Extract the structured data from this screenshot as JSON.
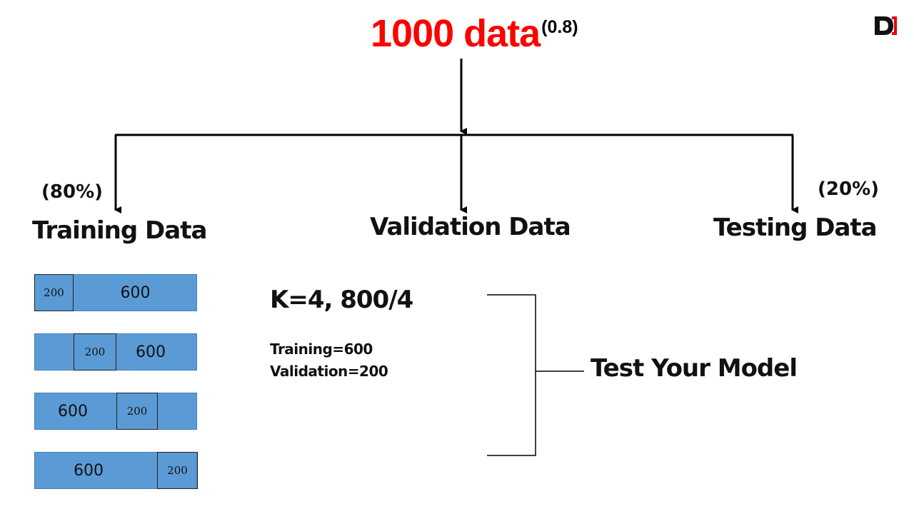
{
  "title": {
    "main": "1000 data",
    "superscript": "(0.8)"
  },
  "logo": {
    "text": "D",
    "accent_color": "#e30613"
  },
  "branches": {
    "training": {
      "label": "Training Data",
      "percent": "(80%)"
    },
    "validation": {
      "label": "Validation Data"
    },
    "testing": {
      "label": "Testing Data",
      "percent": "(20%)"
    }
  },
  "folds": [
    {
      "validation": "200",
      "training": "600"
    },
    {
      "validation": "200",
      "training": "600"
    },
    {
      "validation": "200",
      "training": "600"
    },
    {
      "validation": "200",
      "training": "600"
    }
  ],
  "kfold": {
    "formula": "K=4, 800/4",
    "training_line": "Training=600",
    "validation_line": "Validation=200"
  },
  "result": {
    "label": "Test Your Model"
  },
  "colors": {
    "title": "#ff0000",
    "fold_fill": "#5b9bd5",
    "lines": "#000000"
  }
}
